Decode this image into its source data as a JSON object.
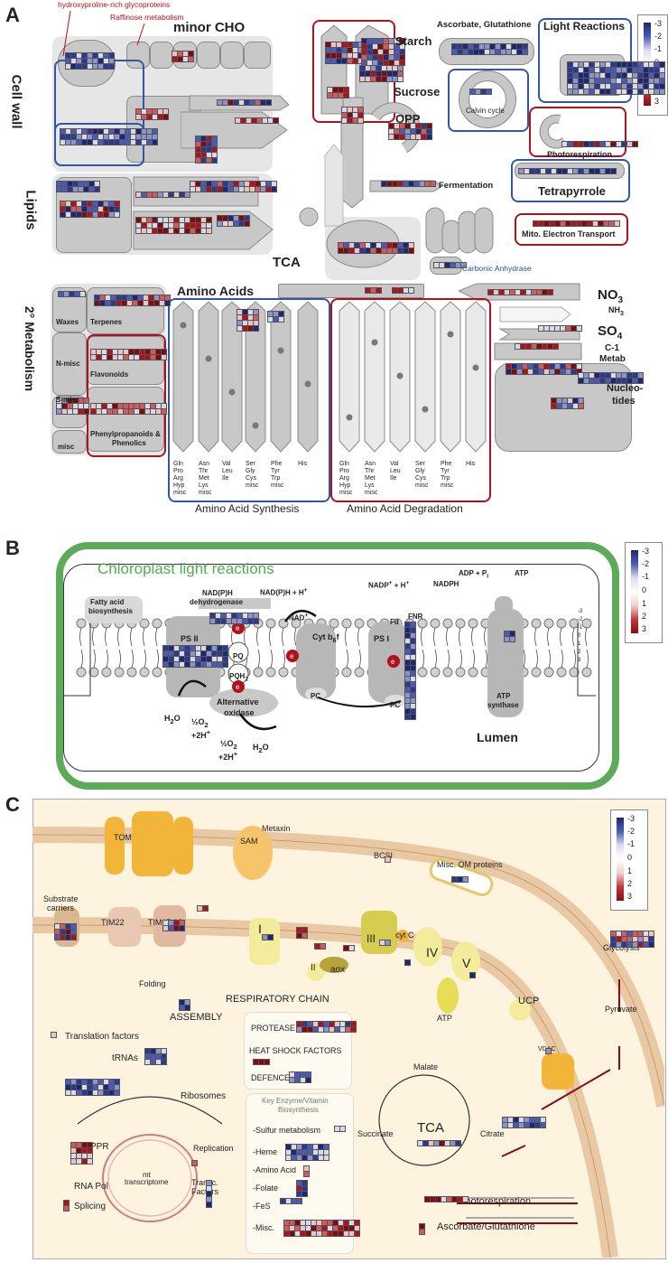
{
  "panels": {
    "a": "A",
    "b": "B",
    "c": "C"
  },
  "legend": [
    "-3",
    "-2",
    "-1",
    "0",
    "1",
    "2",
    "3"
  ],
  "panel_a": {
    "annotation_1": "hydroxyproline-rich glycoproteins",
    "annotation_2": "Raffinose metabolism",
    "minor_cho": "minor CHO",
    "cell_wall": "Cell wall",
    "lipids": "Lipids",
    "starch": "Starch",
    "sucrose": "Sucrose",
    "opp": "OPP",
    "fermentation": "Fermentation",
    "tca": "TCA",
    "ascorbate": "Ascorbate, Glutathione",
    "light_reactions": "Light Reactions",
    "calvin": "Calvin cycle",
    "photorespiration": "Photorespiration",
    "tetrapyrrole": "Tetrapyrrole",
    "mito_et": "Mito. Electron Transport",
    "carbonic": "Carbonic Anhydrase",
    "amino_acids": "Amino Acids",
    "no3": "NO",
    "no3_sub": "3",
    "nh3": "NH",
    "nh3_sub": "3",
    "so4": "SO",
    "so4_sub": "4",
    "c1": "C-1",
    "metab": "Metab",
    "nucleo1": "Nucleo-",
    "nucleo2": "tides",
    "second_metab": "2° Metabolism",
    "waxes": "Waxes",
    "terpenes": "Terpenes",
    "n_misc": "N-misc",
    "flavonoids": "Flavonoids",
    "s_misc": "S-misc",
    "phenyl": "Phenylpropanoids &",
    "phenolics": "Phenolics",
    "misc": "misc",
    "aa_synthesis": "Amino Acid Synthesis",
    "aa_degradation": "Amino Acid Degradation",
    "aa_cols": [
      [
        "Gln",
        "Pro",
        "Arg",
        "Hyp",
        "misc"
      ],
      [
        "Asn",
        "Thr",
        "Met",
        "Lys",
        "misc"
      ],
      [
        "Val",
        "Leu",
        "Ile"
      ],
      [
        "Ser",
        "Gly",
        "Cys",
        "misc"
      ],
      [
        "Phe",
        "Tyr",
        "Trp",
        "misc"
      ],
      [
        "His"
      ]
    ]
  },
  "panel_b": {
    "title": "Chloroplast light reactions",
    "fatty1": "Fatty acid",
    "fatty2": "biosynthesis",
    "ndh1": "NAD(P)H",
    "ndh2": "dehydrogenase",
    "nadph_h": "NAD(P)H + H",
    "nad": "NAD",
    "psii": "PS II",
    "pq": "PQ",
    "pqh2": "PQH",
    "cytb6f": "Cyt b",
    "cytb6f_sub": "6",
    "cytb6f_end": "f",
    "psi": "PS I",
    "fd": "Fd",
    "fnr": "FNR",
    "nadp": "NADP",
    "nadp_h": " + H",
    "nadph": "NADPH",
    "adp": "ADP + P",
    "adp_sub": "i",
    "atp": "ATP",
    "atp_synthase1": "ATP",
    "atp_synthase2": "synthase",
    "alt1": "Alternative",
    "alt2": "oxidase",
    "h2o_1": "H",
    "h2o_1b": "O",
    "o2_1": "½O",
    "h_1": "+2H",
    "o2_2": "½O",
    "h_2": "+2H",
    "h2o_2": "H",
    "h2o_2b": "O",
    "pc1": "PC",
    "pc2": "PC",
    "lumen": "Lumen",
    "electron": "e",
    "scale": [
      "-3",
      "-2",
      "-1",
      "0",
      "1",
      "2",
      "3"
    ]
  },
  "panel_c": {
    "tom": "TOM",
    "sam": "SAM",
    "metaxin": "Metaxin",
    "bcsi": "BCSI",
    "misc_om": "Misc. OM proteins",
    "substrate1": "Substrate",
    "substrate2": "carriers",
    "tim22": "TIM22",
    "tim1723": "TIM17:23",
    "folding": "Folding",
    "complex_i": "I",
    "complex_ii": "II",
    "complex_iii": "III",
    "complex_iv": "IV",
    "complex_v": "V",
    "aox": "aox",
    "cytc": "cyt C",
    "atp": "ATP",
    "ucp": "UCP",
    "assembly": "ASSEMBLY",
    "resp_chain": "RESPIRATORY CHAIN",
    "translation": "Translation factors",
    "trnas": "tRNAs",
    "ribosomes": "Ribosomes",
    "ppr": "PPR",
    "replication": "Replication",
    "mt1": "mt",
    "mt2": "transcriptome",
    "rnapol": "RNA Pol",
    "transc1": "Transc.",
    "transc2": "Factors",
    "splicing": "Splicing",
    "protease": "PROTEASE",
    "heat_shock": "HEAT SHOCK FACTORS",
    "defence": "DEFENCE",
    "key1": "Key Enzyme/Vitamin",
    "key2": "Biosynthesis",
    "sulfur": "-Sulfur metabolism",
    "heme": "-Heme",
    "amino": "-Amino Acid",
    "folate": "-Folate",
    "fes": "-FeS",
    "misc": "-Misc.",
    "malate": "Malate",
    "succinate": "Succinate",
    "tca": "TCA",
    "citrate": "Citrate",
    "glycolysis": "Glycolysis",
    "pyruvate": "Pyruvate",
    "vdac": "VDAC",
    "photoresp": "Photorespiration",
    "asc_glu": "Ascorbate/Glutathione"
  },
  "colors": {
    "red_frame": "#b0121b",
    "blue_frame": "#2f58a6",
    "chloroplast_green": "#5daa5b",
    "mito_fill": "#fdf3df",
    "blue_cell": "#2b3a8f",
    "red_cell": "#c0262d"
  }
}
